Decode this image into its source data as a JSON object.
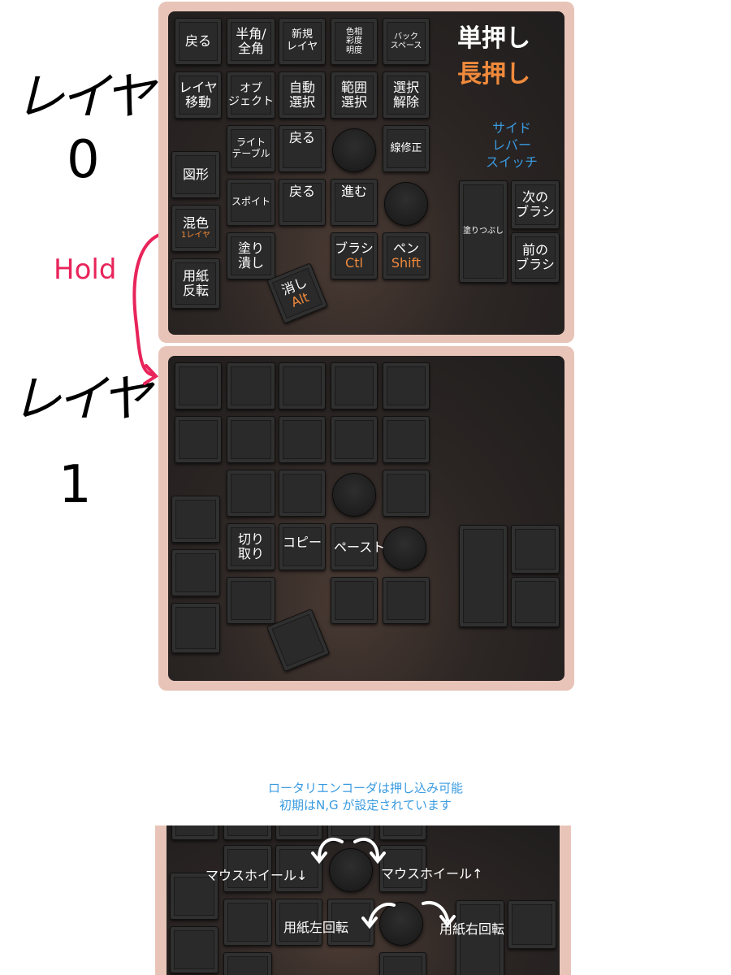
{
  "legend": {
    "single_press": "単押し",
    "long_press": "長押し",
    "side_lever": [
      "サイド",
      "レバー",
      "スイッチ"
    ]
  },
  "handwritten": {
    "layer0_label": "レイヤ",
    "layer0_num": "0",
    "layer1_label": "レイヤ",
    "layer1_num": "1",
    "hold": "Hold"
  },
  "layer0_keys": {
    "back1": "戻る",
    "hankaku": [
      "半角/",
      "全角"
    ],
    "new_layer": [
      "新規",
      "レイヤ"
    ],
    "hue": [
      "色相",
      "彩度",
      "明度"
    ],
    "backspace": [
      "バック",
      "スペース"
    ],
    "layer_move": [
      "レイヤ",
      "移動"
    ],
    "object": [
      "オブ",
      "ジェクト"
    ],
    "auto_select": [
      "自動",
      "選択"
    ],
    "range_select": [
      "範囲",
      "選択"
    ],
    "deselect": [
      "選択",
      "解除"
    ],
    "light_table": [
      "ライト",
      "テーブル"
    ],
    "back2": "戻る",
    "line_fix": "線修正",
    "shape": "図形",
    "eyedropper": "スポイト",
    "back3": "戻る",
    "forward": "進む",
    "blend": "混色",
    "blend_sub": "1レイヤ",
    "fill": [
      "塗り",
      "潰し"
    ],
    "brush": "ブラシ",
    "brush_hold": "Ctl",
    "pen": "ペン",
    "pen_hold": "Shift",
    "paper_flip": [
      "用紙",
      "反転"
    ],
    "eraser": "消し",
    "eraser_hold": "Alt",
    "bucket": "塗りつぶし",
    "next_brush": [
      "次の",
      "ブラシ"
    ],
    "prev_brush": [
      "前の",
      "ブラシ"
    ]
  },
  "layer1_keys": {
    "cut": [
      "切り",
      "取り"
    ],
    "copy": "コピー",
    "paste": "ペースト"
  },
  "encoder_note": [
    "ロータリエンコーダは押し込み可能",
    "初期はN,G が設定されています"
  ],
  "encoder_labels": {
    "wheel_down": "マウスホイール↓",
    "wheel_up": "マウスホイール↑",
    "rotate_left": "用紙左回転",
    "rotate_right": "用紙右回転"
  },
  "colors": {
    "long_press": "#f08a3c",
    "side_lever": "#3a9be0",
    "hold_annotation": "#e8245a",
    "panel_border": "#e8c4b8"
  }
}
